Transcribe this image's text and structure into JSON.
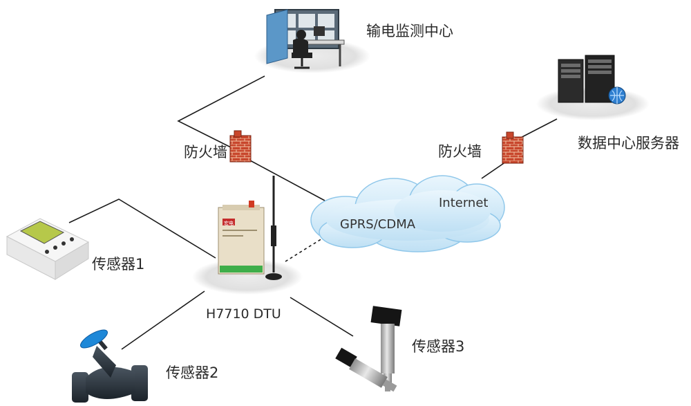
{
  "nodes": {
    "monitor_center": "输电监测中心",
    "data_server": "数据中心服务器",
    "firewall_left": "防火墙",
    "firewall_right": "防火墙",
    "cloud_internet": "Internet",
    "cloud_gprs": "GPRS/CDMA",
    "dtu": "H7710 DTU",
    "sensor1": "传感器1",
    "sensor2": "传感器2",
    "sensor3": "传感器3"
  },
  "device_text": {
    "dtu_logo": "宏电"
  },
  "colors": {
    "line": "#1a1a1a",
    "platform": "#e3e3e3",
    "cloud_fill": "#cfe8f7",
    "cloud_stroke": "#8fc7ea",
    "brick": "#c8462c",
    "dtu_body": "#e9dfc8",
    "valve_blue": "#1e88d8",
    "metal": "#bfbfbf"
  },
  "icons": [
    "monitor-center-icon",
    "server-icon",
    "firewall-icon",
    "cloud-icon",
    "dtu-device-icon",
    "antenna-icon",
    "sensor-panel-icon",
    "valve-icon",
    "pressure-transmitter-icon"
  ]
}
